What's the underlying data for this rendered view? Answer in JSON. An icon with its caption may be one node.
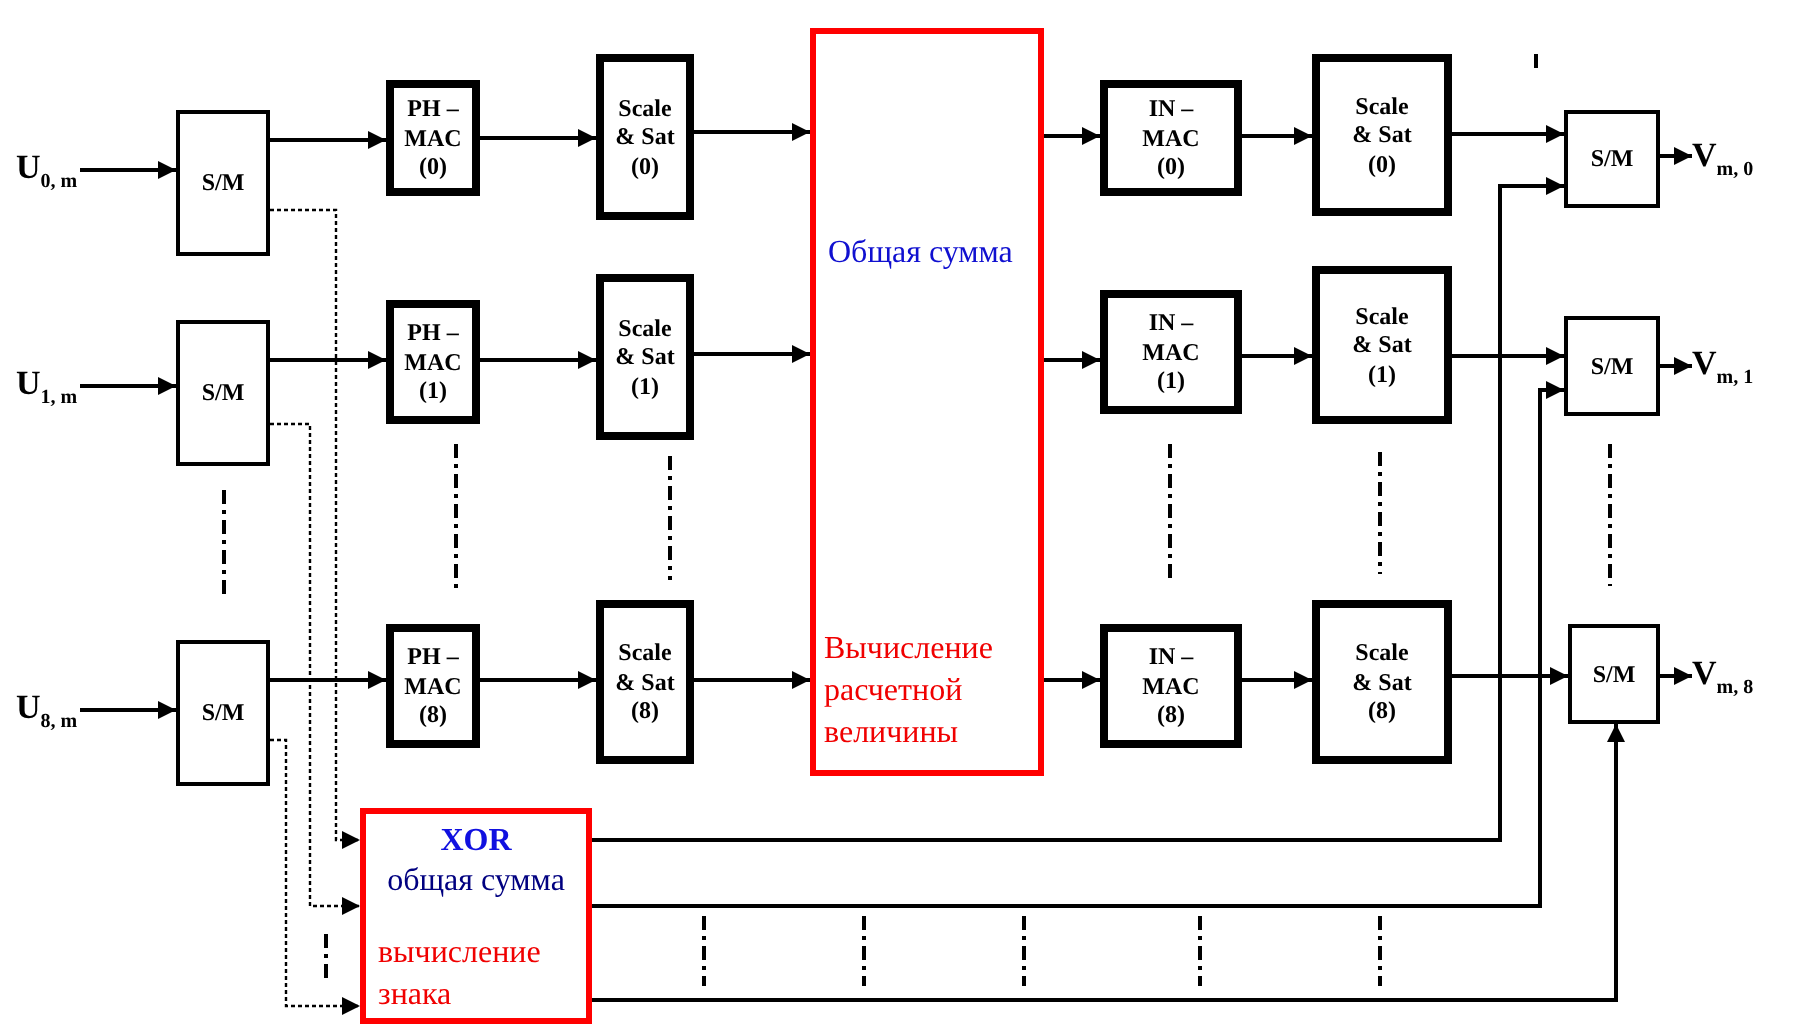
{
  "diagram": {
    "nodes": [
      {
        "text": [
          "U$_{0, m}$"
        ]
      },
      {
        "text": [
          "S/M"
        ]
      },
      {
        "text": [
          "PH – MAC (0)"
        ]
      },
      {
        "text": [
          "Scale & Sat (0)"
        ]
      },
      {
        "text": [
          "Общая сумма",
          "Вычисление расчетной величины"
        ]
      },
      {
        "text": [
          "IN – MAC (0)"
        ]
      },
      {
        "text": [
          "Scale & Sat (0)"
        ]
      },
      {
        "text": [
          "S/M"
        ]
      },
      {
        "text": [
          "V$_{m, 0}$"
        ]
      },
      {
        "text": [
          "U$_{1, m}$"
        ]
      },
      {
        "text": [
          "S/M"
        ]
      },
      {
        "text": [
          "PH – MAC (1)"
        ]
      },
      {
        "text": [
          "Scale & Sat (1)"
        ]
      },
      {
        "text": [
          "IN – MAC (1)"
        ]
      },
      {
        "text": [
          "Scale & Sat (1)"
        ]
      },
      {
        "text": [
          "S/M"
        ]
      },
      {
        "text": [
          "V$_{m, 1}$"
        ]
      },
      {
        "text": [
          "U$_{8, m}$"
        ]
      },
      {
        "text": [
          "S/M"
        ]
      },
      {
        "text": [
          "PH – MAC (8)"
        ]
      },
      {
        "text": [
          "Scale & Sat (8)"
        ]
      },
      {
        "text": [
          "IN – MAC (8)"
        ]
      },
      {
        "text": [
          "Scale & Sat (8)"
        ]
      },
      {
        "text": [
          "S/M"
        ]
      },
      {
        "text": [
          "V$_{m, 8}$"
        ]
      },
      {
        "text": [
          "XOR",
          "общая сумма",
          "вычисление знака"
        ]
      }
    ],
    "edges": [
      {
        "from": 0,
        "to": 1,
        "arrow": "to"
      },
      {
        "from": 1,
        "to": 2,
        "arrow": "to"
      },
      {
        "from": 2,
        "to": 3,
        "arrow": "to"
      },
      {
        "from": 3,
        "to": 4,
        "arrow": "to"
      },
      {
        "from": 4,
        "to": 5,
        "arrow": "to"
      },
      {
        "from": 5,
        "to": 6,
        "arrow": "to"
      },
      {
        "from": 6,
        "to": 7,
        "arrow": "to"
      },
      {
        "from": 7,
        "to": 8,
        "arrow": "to"
      },
      {
        "from": 9,
        "to": 10,
        "arrow": "to"
      },
      {
        "from": 10,
        "to": 11,
        "arrow": "to"
      },
      {
        "from": 11,
        "to": 12,
        "arrow": "to"
      },
      {
        "from": 12,
        "to": 4,
        "arrow": "to"
      },
      {
        "from": 4,
        "to": 13,
        "arrow": "to"
      },
      {
        "from": 13,
        "to": 14,
        "arrow": "to"
      },
      {
        "from": 14,
        "to": 15,
        "arrow": "to"
      },
      {
        "from": 15,
        "to": 16,
        "arrow": "to"
      },
      {
        "from": 17,
        "to": 18,
        "arrow": "to"
      },
      {
        "from": 18,
        "to": 19,
        "arrow": "to"
      },
      {
        "from": 19,
        "to": 20,
        "arrow": "to"
      },
      {
        "from": 20,
        "to": 4,
        "arrow": "to"
      },
      {
        "from": 4,
        "to": 21,
        "arrow": "to"
      },
      {
        "from": 21,
        "to": 22,
        "arrow": "to"
      },
      {
        "from": 22,
        "to": 23,
        "arrow": "to"
      },
      {
        "from": 23,
        "to": 24,
        "arrow": "to"
      },
      {
        "from": 1,
        "to": 25,
        "arrow": "to",
        "style": "dashed"
      },
      {
        "from": 10,
        "to": 25,
        "arrow": "to",
        "style": "dashed"
      },
      {
        "from": 18,
        "to": 25,
        "arrow": "to",
        "style": "dashed"
      },
      {
        "from": 25,
        "to": 7,
        "arrow": "to"
      },
      {
        "from": 25,
        "to": 15,
        "arrow": "to"
      },
      {
        "from": 25,
        "to": 23,
        "arrow": "to"
      }
    ]
  }
}
